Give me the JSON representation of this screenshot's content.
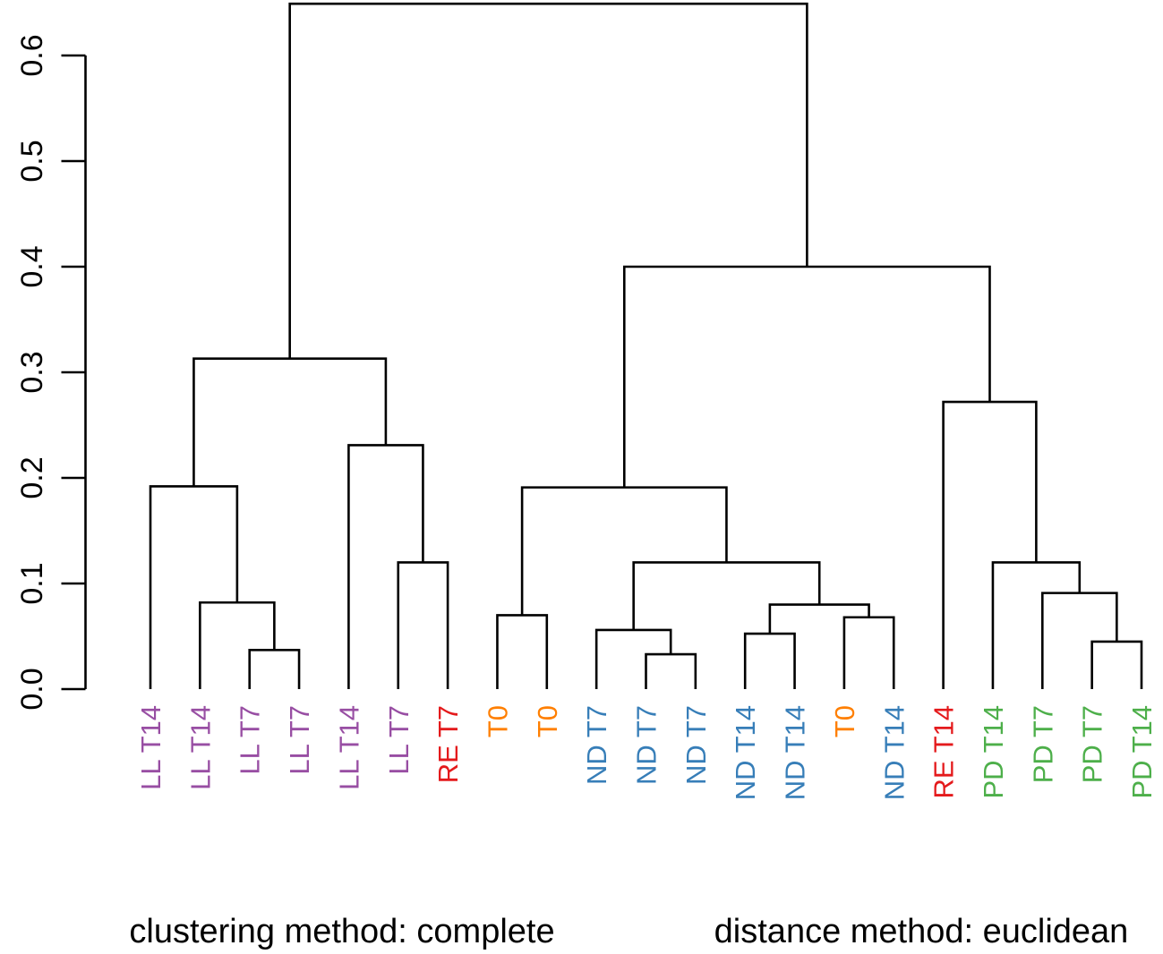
{
  "figure": {
    "background": "#ffffff",
    "captions": {
      "clustering": "clustering method: complete",
      "distance": "distance method: euclidean"
    }
  },
  "chart_data": {
    "type": "dendrogram",
    "title": "",
    "xlabel": "",
    "ylabel": "",
    "clustering_method": "complete",
    "distance_method": "euclidean",
    "ylim": [
      0.0,
      0.6
    ],
    "y_ticks": [
      "0.0",
      "0.1",
      "0.2",
      "0.3",
      "0.4",
      "0.5",
      "0.6"
    ],
    "grid": false,
    "legend": "none",
    "axis_color": "#000000",
    "line_color": "#000000",
    "group_colors": {
      "LL": "#984EA3",
      "RE": "#E41A1C",
      "T0": "#FF7F00",
      "ND": "#377EB8",
      "PD": "#4DAF4A"
    },
    "leaves": [
      {
        "label": "LL T14",
        "group": "LL"
      },
      {
        "label": "LL T14",
        "group": "LL"
      },
      {
        "label": "LL T7",
        "group": "LL"
      },
      {
        "label": "LL T7",
        "group": "LL"
      },
      {
        "label": "LL T14",
        "group": "LL"
      },
      {
        "label": "LL T7",
        "group": "LL"
      },
      {
        "label": "RE T7",
        "group": "RE"
      },
      {
        "label": "T0",
        "group": "T0"
      },
      {
        "label": "T0",
        "group": "T0"
      },
      {
        "label": "ND T7",
        "group": "ND"
      },
      {
        "label": "ND T7",
        "group": "ND"
      },
      {
        "label": "ND T7",
        "group": "ND"
      },
      {
        "label": "ND T14",
        "group": "ND"
      },
      {
        "label": "ND T14",
        "group": "ND"
      },
      {
        "label": "T0",
        "group": "T0"
      },
      {
        "label": "ND T14",
        "group": "ND"
      },
      {
        "label": "RE T14",
        "group": "RE"
      },
      {
        "label": "PD T14",
        "group": "PD"
      },
      {
        "label": "PD T7",
        "group": "PD"
      },
      {
        "label": "PD T7",
        "group": "PD"
      },
      {
        "label": "PD T14",
        "group": "PD"
      }
    ],
    "tree": {
      "h": 0.649,
      "children": [
        {
          "h": 0.313,
          "children": [
            {
              "h": 0.192,
              "children": [
                {
                  "leaf": 0
                },
                {
                  "h": 0.082,
                  "children": [
                    {
                      "leaf": 1
                    },
                    {
                      "h": 0.037,
                      "children": [
                        {
                          "leaf": 2
                        },
                        {
                          "leaf": 3
                        }
                      ]
                    }
                  ]
                }
              ]
            },
            {
              "h": 0.231,
              "children": [
                {
                  "leaf": 4
                },
                {
                  "h": 0.12,
                  "children": [
                    {
                      "leaf": 5
                    },
                    {
                      "leaf": 6
                    }
                  ]
                }
              ]
            }
          ]
        },
        {
          "h": 0.4,
          "children": [
            {
              "h": 0.191,
              "children": [
                {
                  "h": 0.07,
                  "children": [
                    {
                      "leaf": 7
                    },
                    {
                      "leaf": 8
                    }
                  ]
                },
                {
                  "h": 0.12,
                  "children": [
                    {
                      "h": 0.056,
                      "children": [
                        {
                          "leaf": 9
                        },
                        {
                          "h": 0.033,
                          "children": [
                            {
                              "leaf": 10
                            },
                            {
                              "leaf": 11
                            }
                          ]
                        }
                      ]
                    },
                    {
                      "h": 0.08,
                      "children": [
                        {
                          "h": 0.0525,
                          "children": [
                            {
                              "leaf": 12
                            },
                            {
                              "leaf": 13
                            }
                          ]
                        },
                        {
                          "h": 0.068,
                          "children": [
                            {
                              "leaf": 14
                            },
                            {
                              "leaf": 15
                            }
                          ]
                        }
                      ]
                    }
                  ]
                }
              ]
            },
            {
              "h": 0.272,
              "children": [
                {
                  "leaf": 16
                },
                {
                  "h": 0.12,
                  "children": [
                    {
                      "leaf": 17
                    },
                    {
                      "h": 0.091,
                      "children": [
                        {
                          "leaf": 18
                        },
                        {
                          "h": 0.045,
                          "children": [
                            {
                              "leaf": 19
                            },
                            {
                              "leaf": 20
                            }
                          ]
                        }
                      ]
                    }
                  ]
                }
              ]
            }
          ]
        }
      ]
    }
  }
}
